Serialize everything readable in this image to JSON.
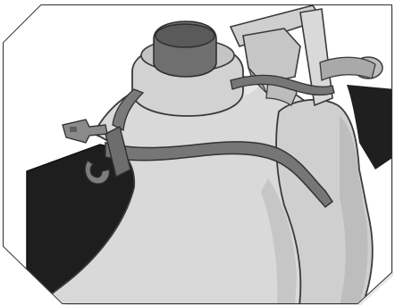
{
  "illustration": {
    "subject": "tank-valve-with-hose-strap",
    "icons": [
      "tank-body",
      "valve-neck",
      "hose-strap",
      "strap-buckle",
      "regulator-assembly"
    ],
    "colors": {
      "frame_border": "#2f2f2f",
      "frame_background": "#ffffff",
      "tank_light": "#d9d9d9",
      "tank_shadow": "#bdbdbd",
      "dark_panel": "#1e1e1e",
      "strap": "#767676",
      "outline": "#3a3a3a"
    }
  }
}
